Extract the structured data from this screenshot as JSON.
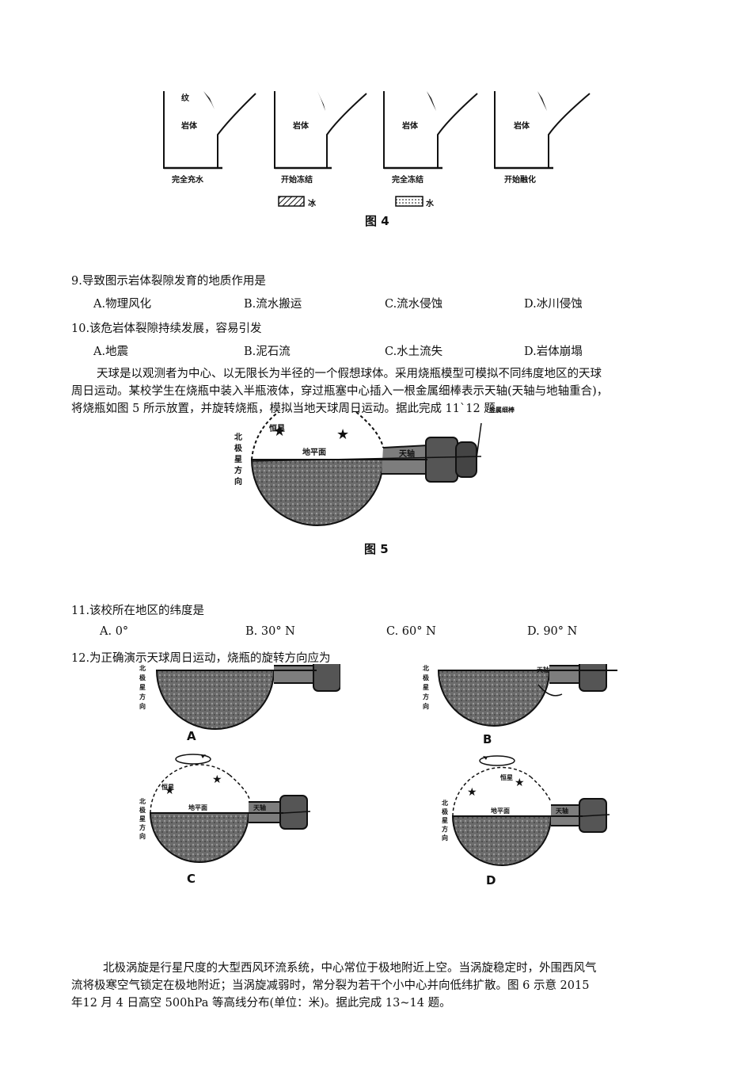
{
  "figure4": {
    "panels": [
      {
        "rock_label": "岩体",
        "caption": "完全充水"
      },
      {
        "rock_label": "岩体",
        "caption": "开始冻结"
      },
      {
        "rock_label": "岩体",
        "caption": "完全冻结"
      },
      {
        "rock_label": "岩体",
        "caption": "开始融化"
      }
    ],
    "partial_label": "纹",
    "legend_ice": "冰",
    "legend_water": "水",
    "title": "图 4"
  },
  "q9": {
    "stem": "9.导致图示岩体裂隙发育的地质作用是",
    "options": [
      "A.物理风化",
      "B.流水搬运",
      "C.流水侵蚀",
      "D.冰川侵蚀"
    ]
  },
  "q10": {
    "stem": "10.该危岩体裂隙持续发展，容易引发",
    "options": [
      "A.地震",
      "B.泥石流",
      "C.水土流失",
      "D.岩体崩塌"
    ]
  },
  "passage1": {
    "line1": "天球是以观测者为中心、以无限长为半径的一个假想球体。采用烧瓶模型可模拟不同纬度地区的天球",
    "line2": "周日运动。某校学生在烧瓶中装入半瓶液体，穿过瓶塞中心插入一根金属细棒表示天轴(天轴与地轴重合)，",
    "line3": "将烧瓶如图 5 所示放置，并旋转烧瓶，模拟当地天球周日运动。据此完成 11`12 题。"
  },
  "figure5": {
    "north_label": "北极星方向",
    "star_label": "恒星",
    "horizon_label": "地平面",
    "axis_label": "天轴",
    "rod_label": "金属细棒",
    "title": "图 5"
  },
  "q11": {
    "stem": "11.该校所在地区的纬度是",
    "options": [
      "A.  0°",
      "B.  30° N",
      "C.  60° N",
      "D.  90° N"
    ]
  },
  "q12": {
    "stem": "12.为正确演示天球周日运动，烧瓶的旋转方向应为",
    "option_letters": [
      "A",
      "B",
      "C",
      "D"
    ],
    "north_label": "北极星方向",
    "star_label": "恒星",
    "horizon_label": "地平面",
    "axis_label": "天轴"
  },
  "passage2": {
    "line1": "北极涡旋是行星尺度的大型西风环流系统，中心常位于极地附近上空。当涡旋稳定时，外围西风气",
    "line2": "流将极寒空气锁定在极地附近；当涡旋减弱时，常分裂为若干个小中心并向低纬扩散。图 6 示意 2015",
    "line3": "年12 月 4 日高空 500hPa 等高线分布(单位：米)。据此完成 13~14 题。"
  }
}
